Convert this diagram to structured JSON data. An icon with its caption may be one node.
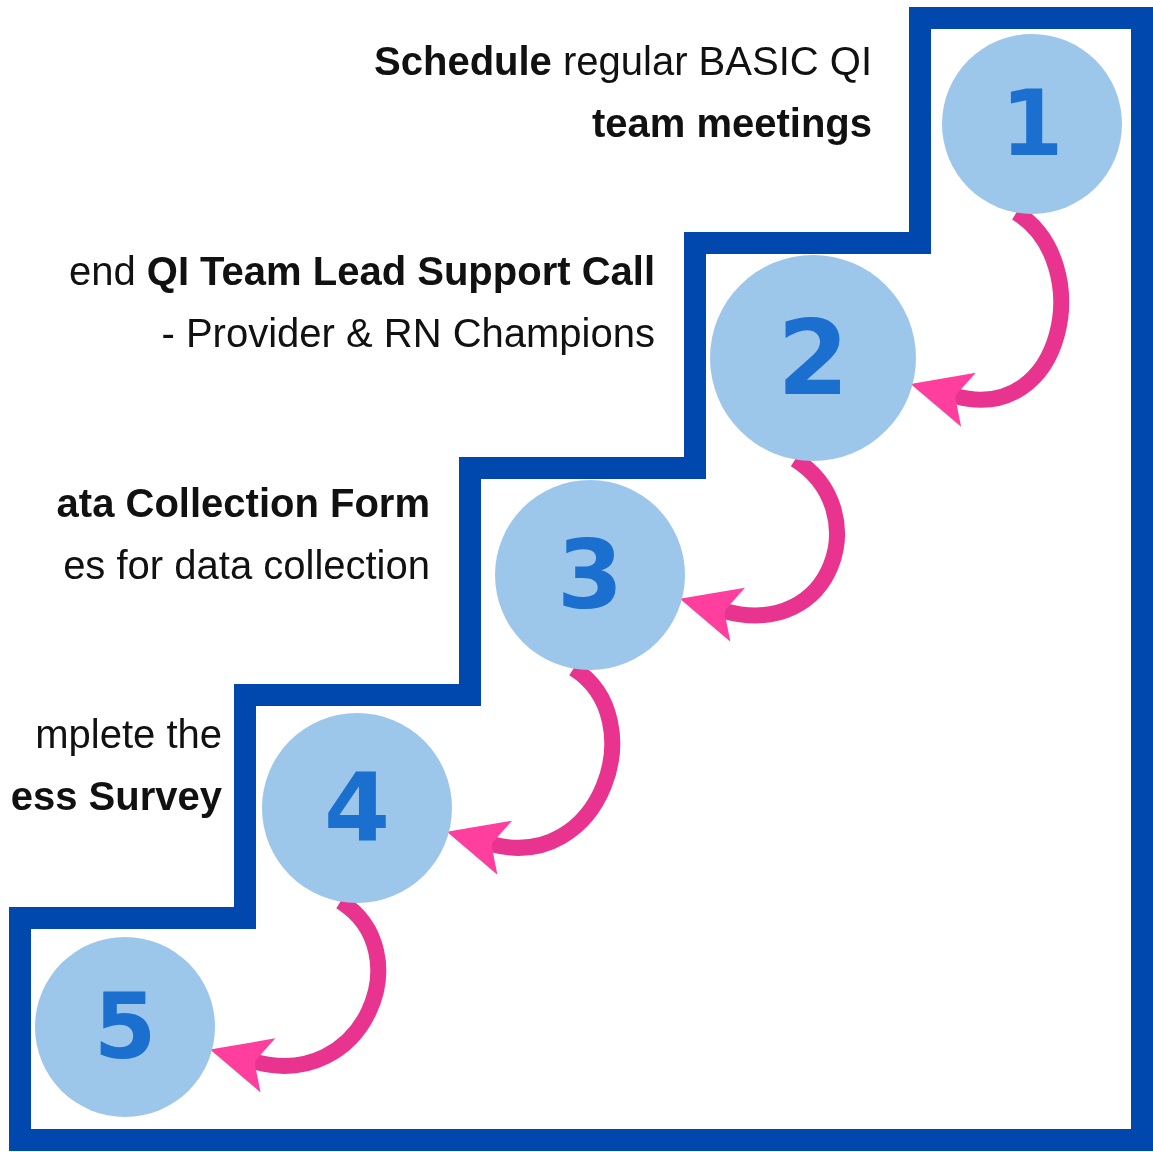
{
  "diagram": {
    "nodes": [
      {
        "text": [
          "1"
        ],
        "beside": [
          "**Schedule** regular BASIC QI **team meetings**"
        ]
      },
      {
        "text": [
          "2"
        ],
        "beside": [
          "end **QI Team Lead Support Call** - Provider & RN Champions"
        ]
      },
      {
        "text": [
          "3"
        ],
        "beside": [
          "**ata Collection Form** es for data collection"
        ]
      },
      {
        "text": [
          "4"
        ],
        "beside": [
          "mplete the **ess Survey**"
        ]
      },
      {
        "text": [
          "5"
        ]
      }
    ],
    "edges": [
      {
        "from": 0,
        "to": 1,
        "arrow": "to"
      },
      {
        "from": 1,
        "to": 2,
        "arrow": "to"
      },
      {
        "from": 2,
        "to": 3,
        "arrow": "to"
      },
      {
        "from": 3,
        "to": 4,
        "arrow": "to"
      }
    ]
  }
}
